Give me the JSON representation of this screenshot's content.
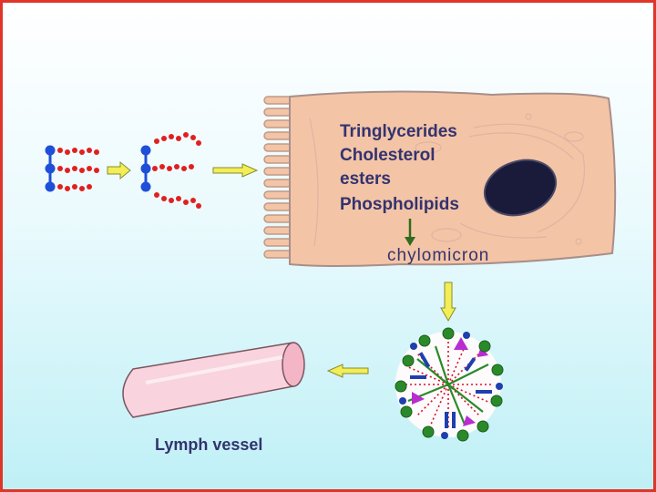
{
  "labels": {
    "triglycerides": "Tringlycerides",
    "cholesterol": "Cholesterol",
    "esters": "esters",
    "phospholipids": "Phospholipids",
    "chylomicron": "chylomicron",
    "lymph_vessel": "Lymph vessel"
  },
  "colors": {
    "border": "#e0352a",
    "cell_fill": "#f3c4a6",
    "nucleus": "#1a1a3a",
    "fatty_acid": "#e02020",
    "glycerol": "#1f4fd8",
    "arrow": "#f2ee55",
    "label_text": "#33336f",
    "lymph_vessel": "#f9d3dd"
  }
}
